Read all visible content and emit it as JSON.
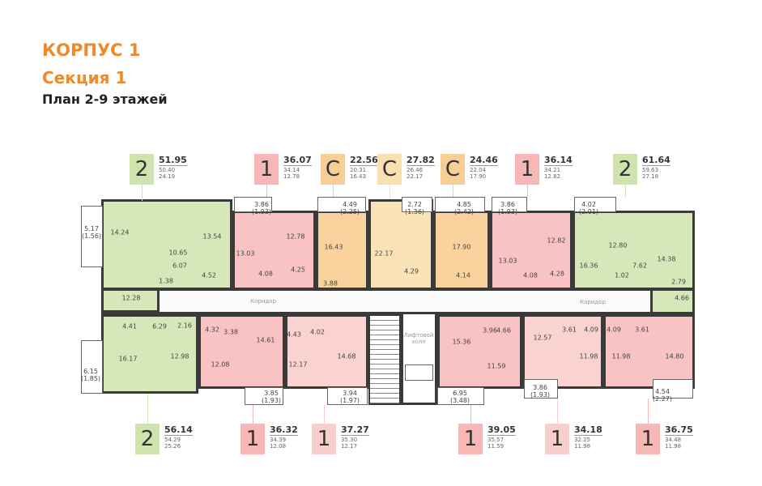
{
  "header": {
    "building": "КОРПУС 1",
    "section": "Секция 1",
    "plan": "План 2-9 этажей"
  },
  "labels": {
    "corridor": "Коридор",
    "lift_hall": "Лифтовой холл"
  },
  "colors": {
    "title": "#ef8a2b",
    "green": "#d6e8b9",
    "pink": "#f8c3c2",
    "pink_light": "#fad2d0",
    "orange": "#f9d29e",
    "orange_light": "#fbe3b8"
  },
  "apartments": [
    {
      "rooms_count": "2",
      "total": "51.95",
      "living_area": "50.40",
      "living": "24.19",
      "color": "green",
      "rooms": [
        "5.17\n(1.56)",
        "14.24",
        "10.65",
        "13.54",
        "6.07",
        "4.52",
        "1.38",
        "12.28"
      ]
    },
    {
      "rooms_count": "1",
      "total": "36.07",
      "living_area": "34.14",
      "living": "12.78",
      "color": "pink",
      "rooms": [
        "3.86\n(1.93)",
        "13.03",
        "12.78",
        "4.08",
        "4.25"
      ]
    },
    {
      "rooms_count": "С",
      "total": "22.56",
      "living_area": "20.31",
      "living": "16.43",
      "color": "orange",
      "rooms": [
        "4.49\n(2.25)",
        "16.43",
        "3.88"
      ]
    },
    {
      "rooms_count": "С",
      "total": "27.82",
      "living_area": "26.46",
      "living": "22.17",
      "color": "orange_light",
      "rooms": [
        "2.72\n(1.36)",
        "22.17",
        "4.29"
      ]
    },
    {
      "rooms_count": "С",
      "total": "24.46",
      "living_area": "22.04",
      "living": "17.90",
      "color": "orange",
      "rooms": [
        "4.85\n(2.42)",
        "17.90",
        "4.14"
      ]
    },
    {
      "rooms_count": "1",
      "total": "36.14",
      "living_area": "34.21",
      "living": "12.82",
      "color": "pink",
      "rooms": [
        "3.86\n(1.93)",
        "13.03",
        "12.82",
        "4.08",
        "4.28"
      ]
    },
    {
      "rooms_count": "2",
      "total": "61.64",
      "living_area": "59.63",
      "living": "27.18",
      "color": "green",
      "rooms": [
        "4.02\n(2.01)",
        "16.36",
        "12.80",
        "7.62",
        "14.38",
        "1.02",
        "2.79",
        "4.66"
      ]
    },
    {
      "rooms_count": "2",
      "total": "56.14",
      "living_area": "54.29",
      "living": "25.26",
      "color": "green",
      "rooms": [
        "6.15\n(1.85)",
        "4.41",
        "6.29",
        "2.16",
        "16.17",
        "12.98"
      ]
    },
    {
      "rooms_count": "1",
      "total": "36.32",
      "living_area": "34.39",
      "living": "12.08",
      "color": "pink",
      "rooms": [
        "4.32",
        "3.38",
        "14.61",
        "12.08",
        "3.85\n(1.93)"
      ]
    },
    {
      "rooms_count": "1",
      "total": "37.27",
      "living_area": "35.30",
      "living": "12.17",
      "color": "pink_light",
      "rooms": [
        "4.43",
        "4.02",
        "12.17",
        "14.68",
        "3.94\n(1.97)"
      ]
    },
    {
      "rooms_count": "1",
      "total": "39.05",
      "living_area": "35.57",
      "living": "11.59",
      "color": "pink",
      "rooms": [
        "15.36",
        "3.96",
        "4.66",
        "11.59",
        "6.95\n(3.48)"
      ]
    },
    {
      "rooms_count": "1",
      "total": "34.18",
      "living_area": "32.25",
      "living": "11.98",
      "color": "pink_light",
      "rooms": [
        "12.57",
        "3.61",
        "4.09",
        "11.98",
        "3.86\n(1.93)"
      ]
    },
    {
      "rooms_count": "1",
      "total": "36.75",
      "living_area": "34.48",
      "living": "11.98",
      "color": "pink",
      "rooms": [
        "4.09",
        "3.61",
        "11.98",
        "14.80",
        "4.54\n(2.27)"
      ]
    }
  ]
}
